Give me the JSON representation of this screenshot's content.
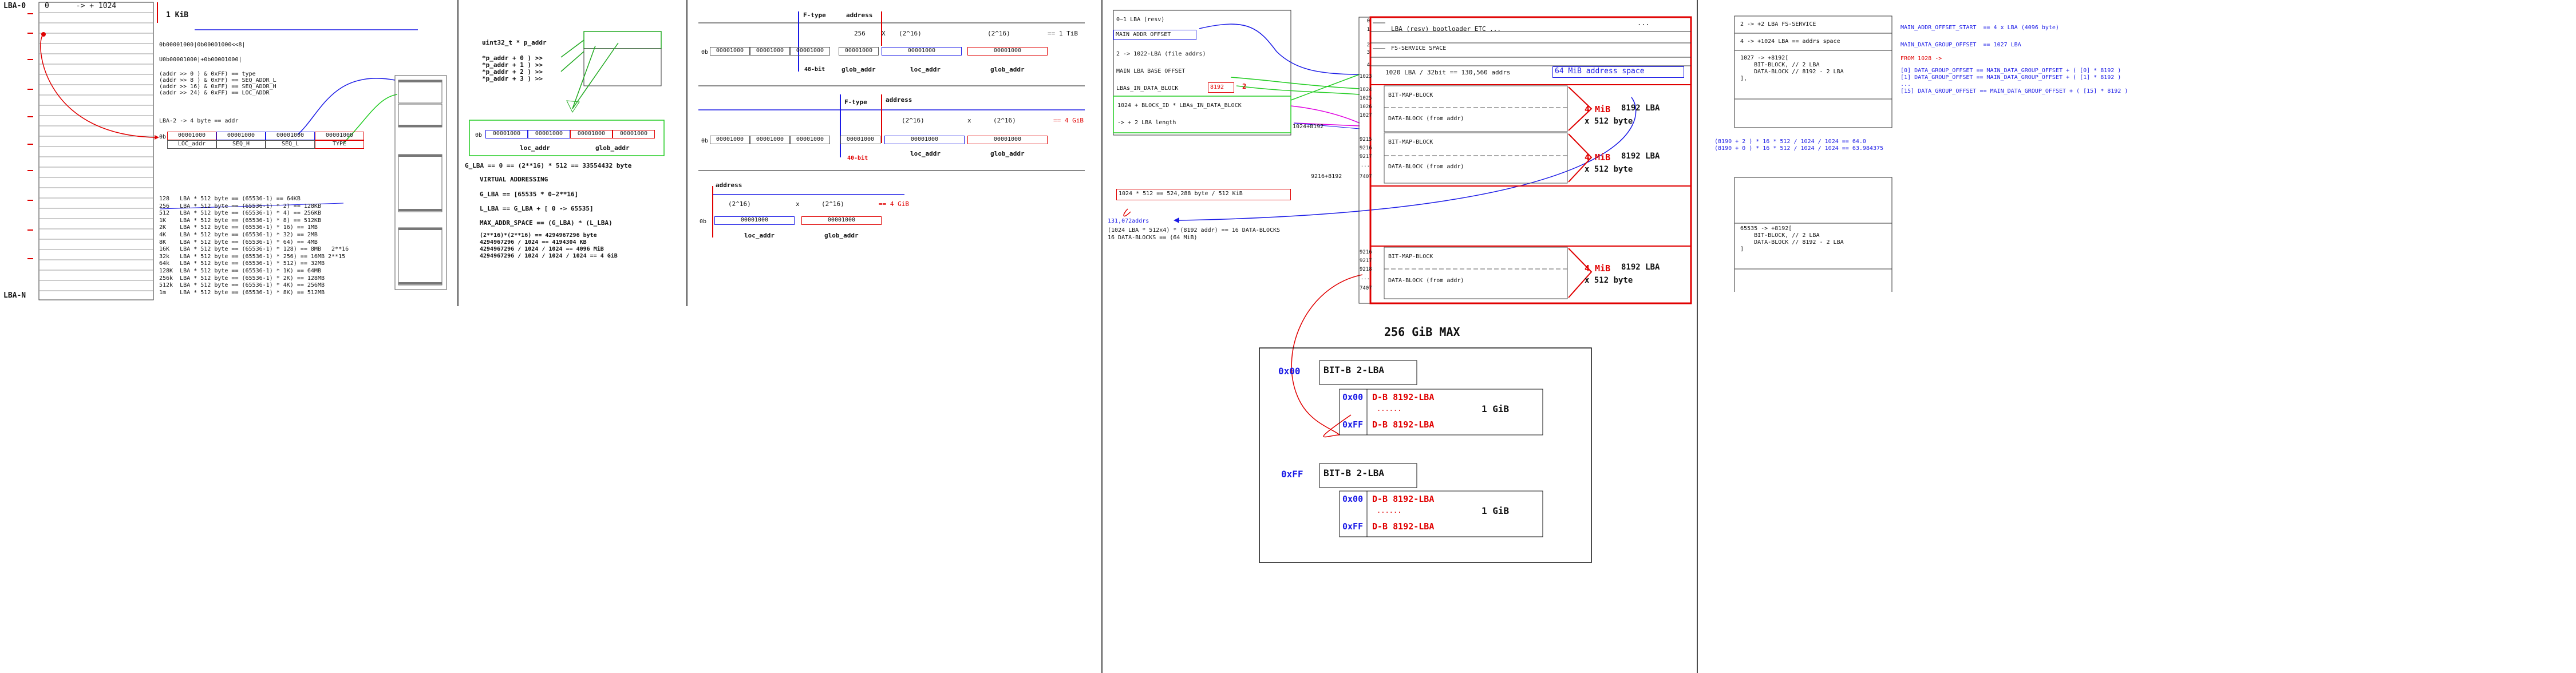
{
  "p1": {
    "lba0": "LBA-0",
    "lban": "LBA-N",
    "range": "0      -> + 1024",
    "kib": "1 KiB",
    "bin_a": "0b00001000|0b00001000<<8|",
    "bin_b": "U0b00001000|+0b00001000|",
    "ops": "(addr >> 0 ) & 0xFF) == type\n(addr >> 8 ) & 0xFF) == SEQ_ADDR_L\n(addr >> 16) & 0xFF) == SEQ_ADDR_H\n(addr >> 24) & 0xFF) == LOC_ADDR",
    "lba2": "LBA-2 -> 4 byte == addr",
    "bin_cells": [
      "00001000",
      "00001000",
      "00001000",
      "00001000"
    ],
    "cell_labels": [
      "LOC_addr",
      "SEQ_H",
      "SEQ_L",
      "TYPE"
    ],
    "table": "128   LBA * 512 byte == (65536-1) == 64KB\n256   LBA * 512 byte == (65536-1) * 2) == 128KB\n512   LBA * 512 byte == (65536-1) * 4) == 256KB\n1K    LBA * 512 byte == (65536-1) * 8) == 512KB\n2K    LBA * 512 byte == (65536-1) * 16) == 1MB\n4K    LBA * 512 byte == (65536-1) * 32) == 2MB\n8K    LBA * 512 byte == (65536-1) * 64) == 4MB\n16K   LBA * 512 byte == (65536-1) * 128) == 8MB   2**16\n32k   LBA * 512 byte == (65536-1) * 256) == 16MB 2**15\n64k   LBA * 512 byte == (65536-1) * 512) == 32MB\n128K  LBA * 512 byte == (65536-1) * 1K) == 64MB\n256k  LBA * 512 byte == (65536-1) * 2K) == 128MB\n512k  LBA * 512 byte == (65536-1) * 4K) == 256MB\n1m    LBA * 512 byte == (65536-1) * 8K) == 512MB"
  },
  "p2": {
    "title": "uint32_t * p_addr",
    "lines": "*p_addr + 0 ) >>\n*p_addr + 1 ) >>\n*p_addr + 2 ) >>\n*p_addr + 3 ) >>",
    "bin_cells": [
      "00001000",
      "00001000",
      "00001000",
      "00001000"
    ],
    "loc": "loc_addr",
    "glob": "glob_addr",
    "g_lba": "G_LBA == 0 == (2**16) * 512 == 33554432 byte",
    "virt": "VIRTUAL ADDRESSING",
    "g_lba2": "G_LBA == [65535 * 0~2**16]",
    "l_lba": "L_LBA == G_LBA + [ 0 -> 65535]",
    "max": "MAX_ADDR_SPACE == (G_LBA) * (L_LBA)",
    "calc": "(2**16)*(2**16) == 4294967296 byte\n4294967296 / 1024 == 4194304 KB\n4294967296 / 1024 / 1024 == 4096 MiB\n4294967296 / 1024 / 1024 / 1024 == 4 GiB"
  },
  "p3": {
    "ftype": "F-type",
    "address": "address",
    "r1_a": "256",
    "r1_x": "X",
    "r1_b": "(2^16)",
    "r1_c": "(2^16)",
    "r1_eq": "== 1 TiB",
    "bin_pre": "0b",
    "bin_cells": [
      "00001000",
      "00001000",
      "00001000",
      "00001000",
      "00001000",
      "00001000"
    ],
    "bit48": "48-bit",
    "glob": "glob_addr",
    "loc": "loc_addr",
    "r2_a": "(2^16)",
    "r2_b": "(2^16)",
    "r2_x": "x",
    "r2_eq": "== 4 GiB",
    "bit40": "40-bit",
    "r3_a": "(2^16)",
    "r3_b": "(2^16)",
    "r3_eq": "== 4 GiB"
  },
  "p4": {
    "items": [
      "0~1 LBA (resv)",
      "MAIN ADDR OFFSET",
      "2 -> 1022-LBA (file addrs)",
      "MAIN LBA BASE OFFSET",
      "LBAs_IN_DATA_BLOCK",
      "1024 + BLOCK_ID * LBAs_IN_DATA_BLOCK",
      "-> + 2 LBA length"
    ],
    "v8192": "8192",
    "v2": "2",
    "eq1": "1024 * 512 == 524,288 byte / 512 KiB",
    "eq2": "131,072addrs",
    "eq3": "(1024 LBA * 512x4) * (8192 addr) == 16 DATA-BLOCKS\n16 DATA-BLOCKS == (64 MiB)",
    "lba_plus": "1024+8192",
    "lba_plus2": "9216+8192",
    "rows": [
      "0",
      "1",
      "2",
      "3",
      "4",
      "1023",
      "1024",
      "1025",
      "1026",
      "1027",
      "9215",
      "9216",
      "9217",
      "...",
      "7407",
      "9216",
      "9217",
      "9218",
      "...",
      "7407"
    ],
    "bootloader": "LBA (resv) bootloader ETC ...",
    "fs": "FS-SERVICE SPACE",
    "dots": "...",
    "addr_line": "1020 LBA / 32bit == 130,560 addrs",
    "space": "64 MiB address space",
    "bitmap": "BIT-MAP-BLOCK",
    "datablock": "DATA-BLOCK (from addr)",
    "mib": "4 MiB",
    "lba8192": "8192 LBA",
    "x512": "x 512 byte",
    "max": "256 GiB MAX",
    "g1": "0x00",
    "g2": "0xFF",
    "bitb": "BIT-B 2-LBA",
    "db1": "D-B 8192-LBA",
    "dots2": "......",
    "gib": "1 GiB"
  },
  "p5": {
    "b1": "2 -> +2 LBA FS-SERVICE",
    "b2": "4 -> +1024 LBA == addrs space",
    "b3": "1027 -> +8192[\n    BIT-BLOCK, // 2 LBA\n    DATA-BLOCK // 8192 - 2 LBA\n],",
    "b4": "65535 -> +8192[\n    BIT-BLOCK, // 2 LBA\n    DATA-BLOCK // 8192 - 2 LBA\n]",
    "r1": "MAIN_ADDR_OFFSET_START  == 4 x LBA (4096 byte)",
    "r2": "MAIN_DATA_GROUP_OFFSET  == 1027 LBA",
    "r3": "FROM 1028 ->",
    "r4": "[0] DATA_GROUP_OFFSET == MAIN_DATA_GROUP_OFFSET + ( [0] * 8192 )\n[1] DATA_GROUP_OFFSET == MAIN_DATA_GROUP_OFFSET + ( [1] * 8192 )\n...\n[15] DATA_GROUP_OFFSET == MAIN_DATA_GROUP_OFFSET + ( [15] * 8192 )",
    "calc": "(8190 + 2 ) * 16 * 512 / 1024 / 1024 == 64.0\n(8190 + 0 ) * 16 * 512 / 1024 / 1024 == 63.984375"
  },
  "colors": {
    "red": "#e00000",
    "blue": "#1a1ae6",
    "green": "#22cc22",
    "magenta": "#e000e0"
  }
}
